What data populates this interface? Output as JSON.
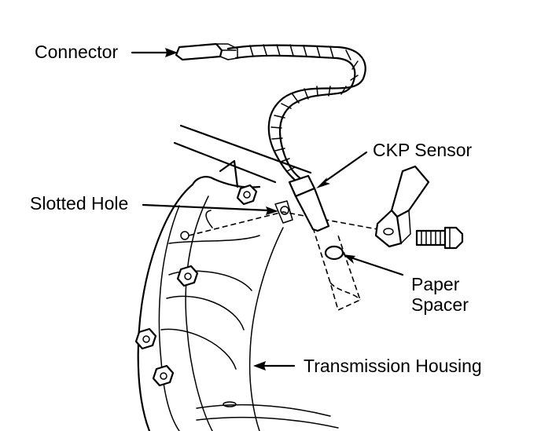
{
  "labels": {
    "connector": "Connector",
    "ckp_sensor": "CKP Sensor",
    "slotted_hole": "Slotted Hole",
    "paper_spacer_line1": "Paper",
    "paper_spacer_line2": "Spacer",
    "transmission_housing": "Transmission Housing"
  },
  "colors": {
    "ink": "#000000",
    "background": "#ffffff"
  }
}
